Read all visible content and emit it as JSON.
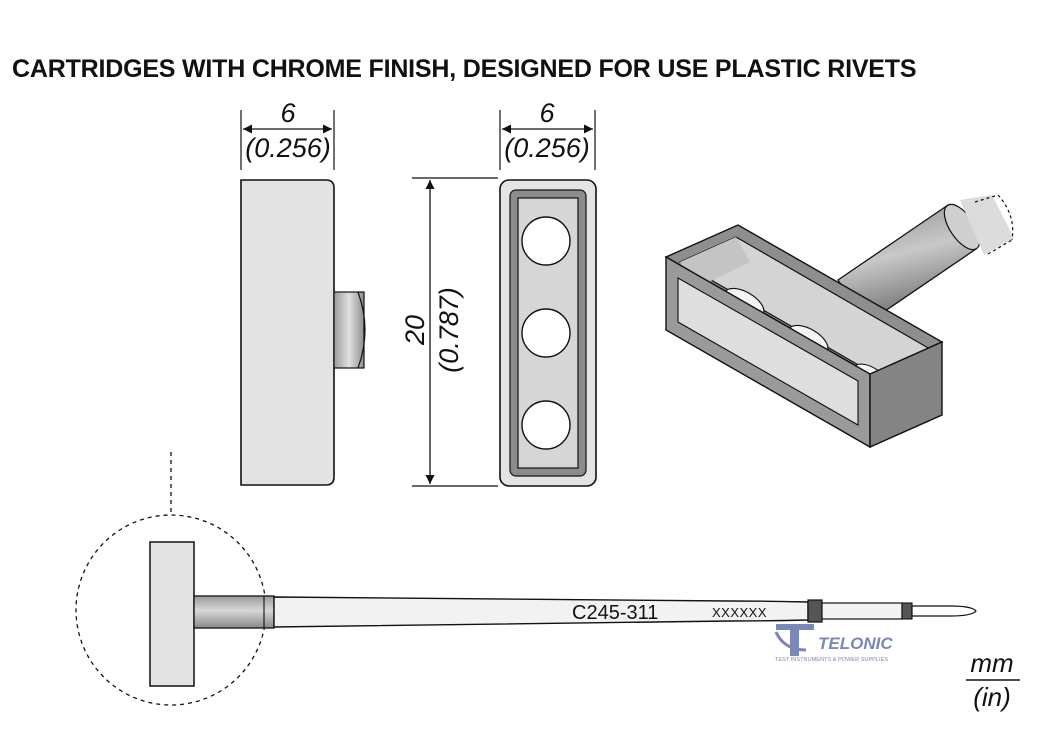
{
  "title": "CARTRIDGES WITH CHROME FINISH, DESIGNED FOR USE PLASTIC RIVETS",
  "dimensions": {
    "side_width_mm": "6",
    "side_width_in": "(0.256)",
    "front_width_mm": "6",
    "front_width_in": "(0.256)",
    "height_mm": "20",
    "height_in": "(0.787)"
  },
  "part_number": "C245-311",
  "serial_placeholder": "XXXXXX",
  "watermark": {
    "brand": "TELONIC",
    "tagline": "TEST INSTRUMENTS & POWER SUPPLIES",
    "color": "#7a88b8"
  },
  "units": {
    "metric": "mm",
    "imperial": "(in)"
  }
}
